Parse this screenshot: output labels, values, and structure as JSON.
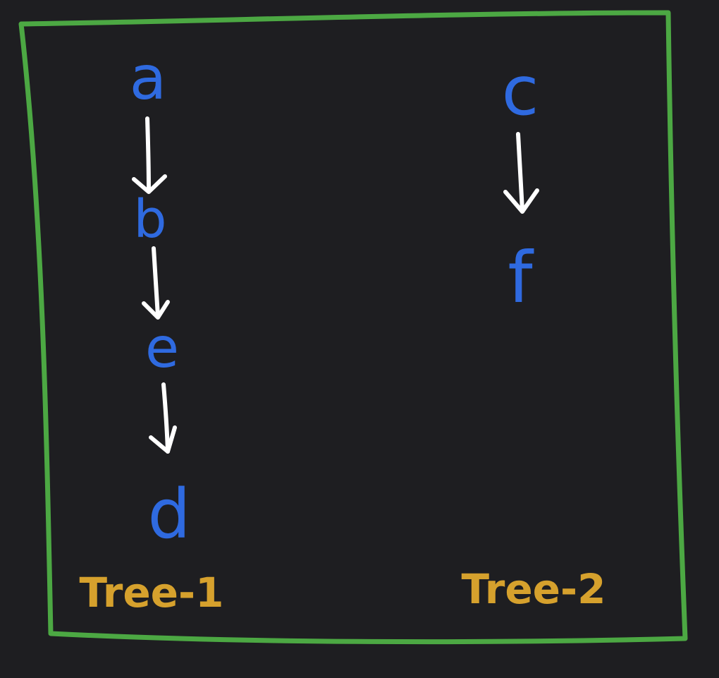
{
  "colors": {
    "background": "#1e1e21",
    "frame": "#4ca843",
    "node": "#2f6ae0",
    "arrow": "#ffffff",
    "caption": "#d6a12d"
  },
  "trees": [
    {
      "caption": "Tree-1",
      "nodes": [
        "a",
        "b",
        "e",
        "d"
      ]
    },
    {
      "caption": "Tree-2",
      "nodes": [
        "c",
        "f"
      ]
    }
  ]
}
